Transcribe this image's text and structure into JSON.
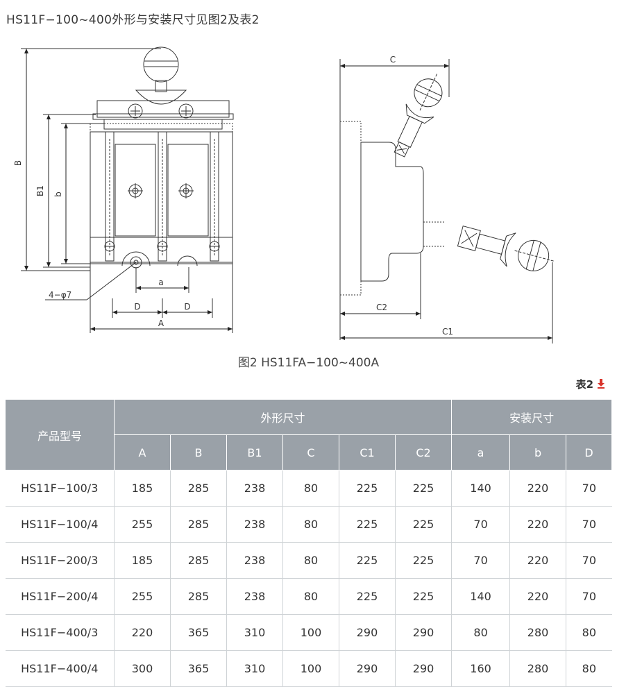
{
  "heading": "HS11F−100~400外形与安装尺寸见图2及表2",
  "figure": {
    "caption": "图2 HS11FA−100~400A",
    "labels": {
      "B": "B",
      "B1": "B1",
      "b": "b",
      "a": "a",
      "D": "D",
      "A": "A",
      "hole": "4−φ7",
      "C": "C",
      "C2": "C2",
      "C1": "C1"
    }
  },
  "table_tag": "表2",
  "table": {
    "col_model": "产品型号",
    "group_outer": "外形尺寸",
    "group_install": "安装尺寸",
    "columns": [
      "A",
      "B",
      "B1",
      "C",
      "C1",
      "C2",
      "a",
      "b",
      "D"
    ],
    "rows": [
      {
        "model": "HS11F−100/3",
        "values": [
          "185",
          "285",
          "238",
          "80",
          "225",
          "225",
          "140",
          "220",
          "70"
        ]
      },
      {
        "model": "HS11F−100/4",
        "values": [
          "255",
          "285",
          "238",
          "80",
          "225",
          "225",
          "70",
          "220",
          "70"
        ]
      },
      {
        "model": "HS11F−200/3",
        "values": [
          "185",
          "285",
          "238",
          "80",
          "225",
          "225",
          "70",
          "220",
          "70"
        ]
      },
      {
        "model": "HS11F−200/4",
        "values": [
          "255",
          "285",
          "238",
          "80",
          "225",
          "225",
          "140",
          "220",
          "70"
        ]
      },
      {
        "model": "HS11F−400/3",
        "values": [
          "220",
          "365",
          "310",
          "100",
          "290",
          "290",
          "80",
          "280",
          "80"
        ]
      },
      {
        "model": "HS11F−400/4",
        "values": [
          "300",
          "365",
          "310",
          "100",
          "290",
          "290",
          "160",
          "280",
          "80"
        ]
      }
    ]
  }
}
